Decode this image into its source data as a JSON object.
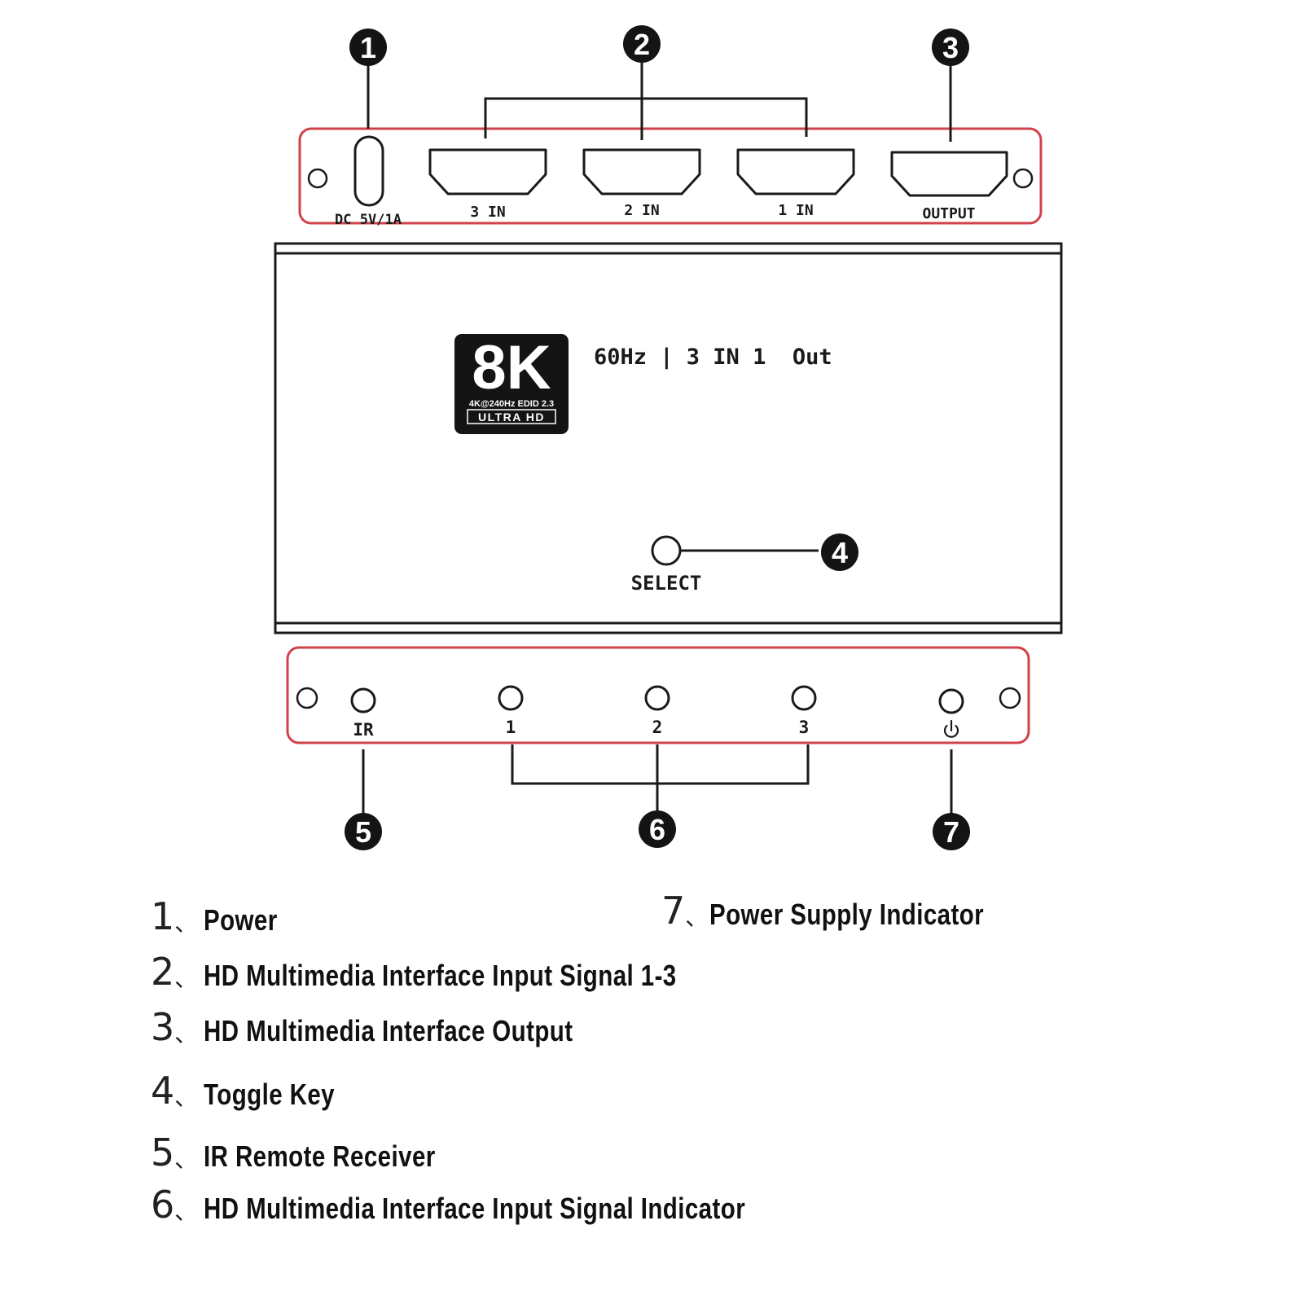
{
  "colors": {
    "line": "#1a1a1a",
    "panel_outline": "#d0424a",
    "badge_bg": "#141414",
    "badge_text": "#ffffff"
  },
  "back_panel": {
    "power_label": "DC 5V/1A",
    "ports": [
      {
        "label": "3 IN"
      },
      {
        "label": "2 IN"
      },
      {
        "label": "1 IN"
      },
      {
        "label": "OUTPUT"
      }
    ]
  },
  "device": {
    "badge_main": "8K",
    "badge_sub": "4K@240Hz EDID 2.3",
    "badge_bottom": "ULTRA HD",
    "spec_text": "60Hz | 3 IN 1  Out",
    "select_label": "SELECT"
  },
  "front_panel": {
    "ir_label": "IR",
    "indicator_labels": [
      "1",
      "2",
      "3"
    ],
    "power_icon": "power-icon"
  },
  "callouts": [
    "1",
    "2",
    "3",
    "4",
    "5",
    "6",
    "7"
  ],
  "legend": [
    {
      "num": "1",
      "sep": "、",
      "text": "Power"
    },
    {
      "num": "2",
      "sep": "、",
      "text": "HD Multimedia Interface Input Signal 1-3"
    },
    {
      "num": "3",
      "sep": "、",
      "text": "HD Multimedia Interface Output"
    },
    {
      "num": "4",
      "sep": "、",
      "text": "Toggle Key"
    },
    {
      "num": "5",
      "sep": "、",
      "text": "IR Remote Receiver"
    },
    {
      "num": "6",
      "sep": "、",
      "text": "HD Multimedia Interface Input Signal Indicator"
    },
    {
      "num": "7",
      "sep": "、",
      "text": "Power Supply Indicator"
    }
  ]
}
